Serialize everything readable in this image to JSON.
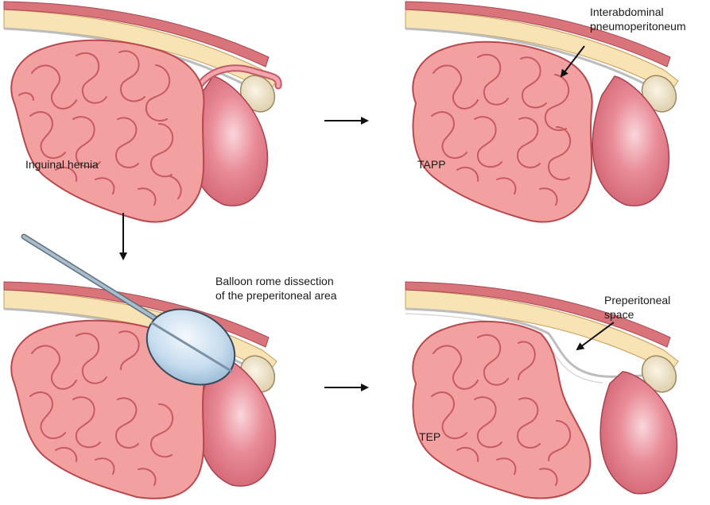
{
  "panels": {
    "top_left": {
      "label": "Inguinal hernia"
    },
    "top_right": {
      "label": "TAPP",
      "callout_line1": "Interabdominal",
      "callout_line2": "pneumoperitoneum"
    },
    "bottom_left": {
      "callout_line1": "Balloon rome dissection",
      "callout_line2": "of the preperitoneal area"
    },
    "bottom_right": {
      "label": "TEP",
      "callout_line1": "Preperitoneal",
      "callout_line2": "space"
    }
  },
  "colors": {
    "bowel_fill": "#f2a0a0",
    "bowel_outline": "#b8484e",
    "bowel_fold": "#c75a62",
    "sac_fill": "#e37f8c",
    "sac_highlight": "#f7c9cf",
    "wall_muscle": "#d9747a",
    "wall_fat": "#f7e3b4",
    "peritoneum": "#bdbdbd",
    "cord_fill": "#efe4c8",
    "balloon_fill": "#cfe3f3",
    "balloon_outline": "#3a4a5a",
    "trocar": "#8fa3b3",
    "arrow": "#111111"
  }
}
